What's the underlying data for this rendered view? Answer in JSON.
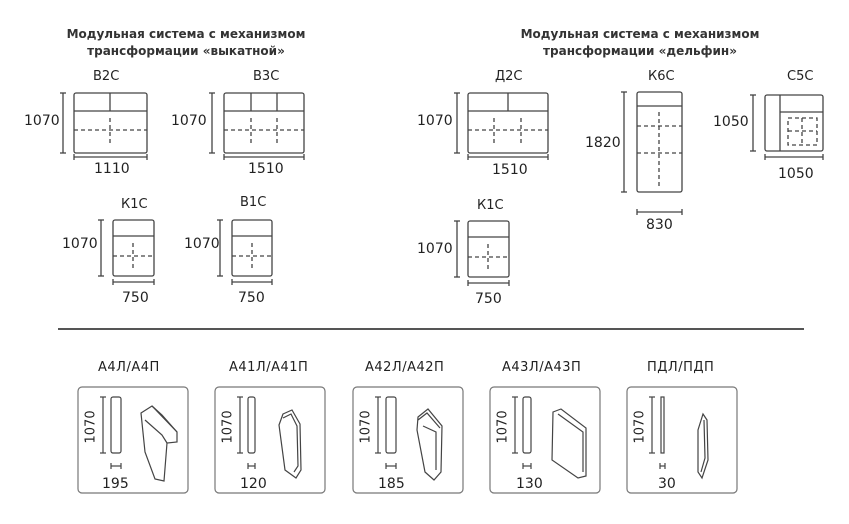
{
  "headings": {
    "left": [
      "Модульная система с механизмом",
      "трансформации «выкатной»"
    ],
    "right": [
      "Модульная система с механизмом",
      "трансформации «дельфин»"
    ]
  },
  "modules": [
    {
      "label": "В2С",
      "height": "1070",
      "width": "1110"
    },
    {
      "label": "В3С",
      "height": "1070",
      "width": "1510"
    },
    {
      "label": "К1С",
      "height": "1070",
      "width": "750"
    },
    {
      "label": "В1С",
      "height": "1070",
      "width": "750"
    },
    {
      "label": "Д2С",
      "height": "1070",
      "width": "1510"
    },
    {
      "label": "К6С",
      "height": "1820",
      "width": "830"
    },
    {
      "label": "С5С",
      "height": "1050",
      "width": "1050"
    },
    {
      "label": "К1С",
      "height": "1070",
      "width": "750"
    }
  ],
  "armrests": [
    {
      "label": "А4Л/А4П",
      "height": "1070",
      "width": "195"
    },
    {
      "label": "А41Л/А41П",
      "height": "1070",
      "width": "120"
    },
    {
      "label": "А42Л/А42П",
      "height": "1070",
      "width": "185"
    },
    {
      "label": "А43Л/А43П",
      "height": "1070",
      "width": "130"
    },
    {
      "label": "ПДЛ/ПДП",
      "height": "1070",
      "width": "30"
    }
  ],
  "colors": {
    "line": "#444444",
    "divider": "#555555",
    "card_border": "#777777"
  }
}
